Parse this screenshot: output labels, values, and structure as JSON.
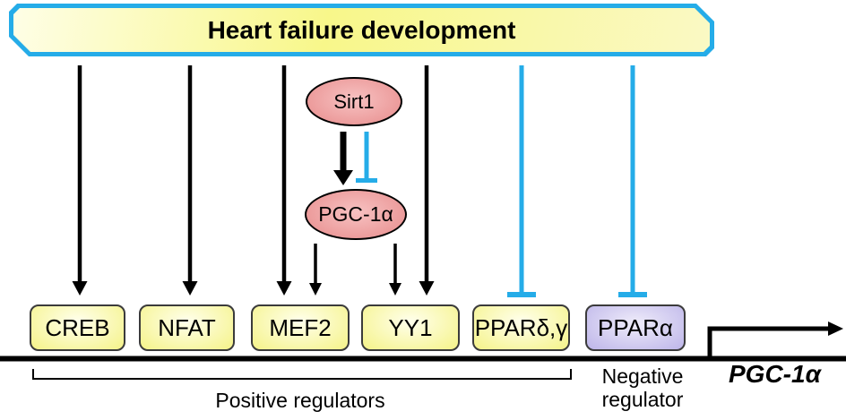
{
  "colors": {
    "cyan": "#25ACE8",
    "banner_fill_light": "#FEFEE6",
    "banner_fill": "#F8F78A",
    "banner_fill_edge": "#FAF9C4",
    "box_yellow_light": "#FFFFEC",
    "box_yellow": "#F5F388",
    "box_lavender_light": "#EFECFA",
    "box_lavender": "#BDB5E9",
    "pink_light": "#F7C2C2",
    "pink": "#E88E8E"
  },
  "banner": {
    "title": "Heart failure development"
  },
  "nodes": {
    "sirt1": {
      "label": "Sirt1"
    },
    "pgc1a": {
      "label": "PGC-1α"
    }
  },
  "boxes": [
    {
      "id": "creb",
      "label": "CREB",
      "role": "positive"
    },
    {
      "id": "nfat",
      "label": "NFAT",
      "role": "positive"
    },
    {
      "id": "mef2",
      "label": "MEF2",
      "role": "positive"
    },
    {
      "id": "yy1",
      "label": "YY1",
      "role": "positive"
    },
    {
      "id": "ppardg",
      "label": "PPARδ,γ",
      "role": "positive"
    },
    {
      "id": "ppara",
      "label": "PPARα",
      "role": "negative"
    }
  ],
  "labels": {
    "positive_group": "Positive regulators",
    "negative_group": "Negative regulator",
    "gene": "PGC-1α"
  }
}
